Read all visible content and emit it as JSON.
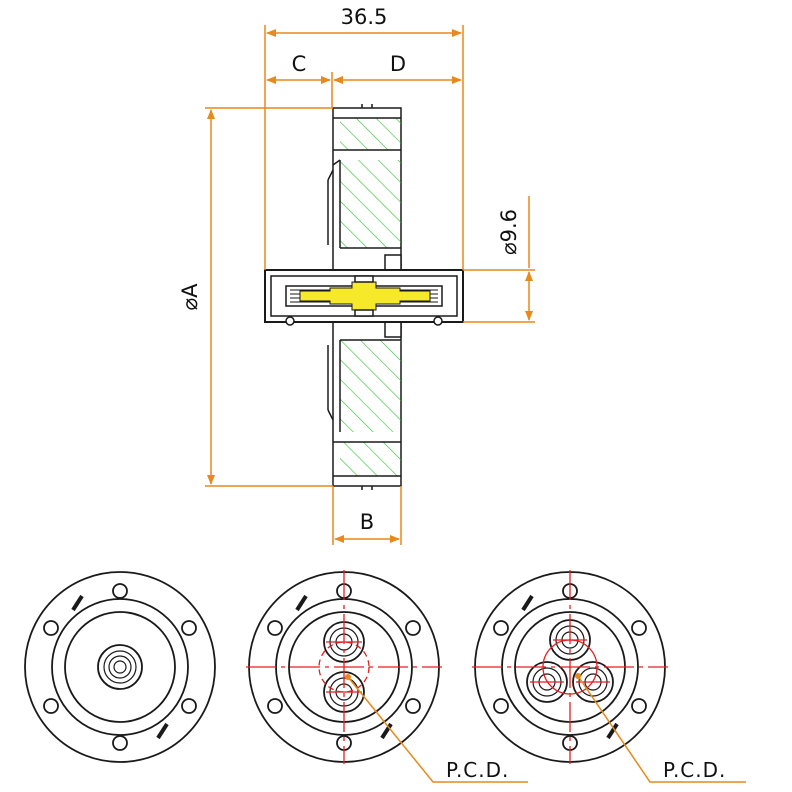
{
  "dimensions": {
    "overall_length": "36.5",
    "c_label": "C",
    "d_label": "D",
    "diameter_a": "⌀A",
    "diameter_9_6": "⌀9.6",
    "b_label": "B"
  },
  "views": {
    "pcd_label_left": "P.C.D.",
    "pcd_label_right": "P.C.D."
  },
  "colors": {
    "dimension_orange": "#e8891c",
    "hatch_green": "#2fbf2f",
    "center_red": "#e02020",
    "conductor_yellow": "#f5e92a",
    "outline": "#1a1a1a"
  }
}
